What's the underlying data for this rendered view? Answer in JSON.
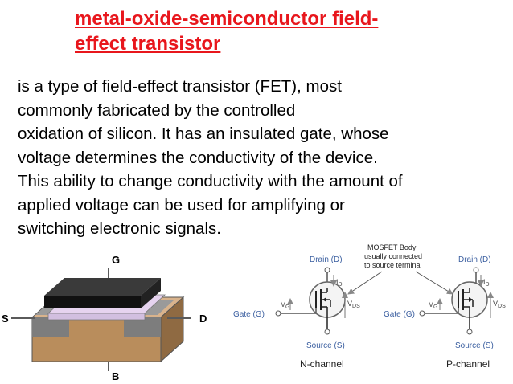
{
  "title": "metal-oxide-semiconductor field-\neffect transistor",
  "body": " is a type of field-effect transistor (FET), most\ncommonly fabricated by the controlled\noxidation of silicon. It has an insulated gate, whose\nvoltage determines the conductivity of the device.\nThis ability to change conductivity with the amount of\napplied voltage can be used for amplifying or\nswitching electronic signals.",
  "cross_section": {
    "gate": "G",
    "source": "S",
    "drain": "D",
    "body": "B"
  },
  "symbols": {
    "note_line1": "MOSFET Body",
    "note_line2": "usually connected",
    "note_line3": "to source terminal",
    "n_channel": {
      "drain": "Drain (D)",
      "gate": "Gate (G)",
      "source": "Source (S)",
      "id": "I",
      "id_sub": "D",
      "vg": "V",
      "vg_sub": "G",
      "vds": "V",
      "vds_sub": "DS",
      "caption": "N-channel"
    },
    "p_channel": {
      "drain": "Drain (D)",
      "gate": "Gate (G)",
      "source": "Source (S)",
      "id": "I",
      "id_sub": "D",
      "vg": "V",
      "vg_sub": "G",
      "vds": "V",
      "vds_sub": "DS",
      "caption": "P-channel"
    }
  }
}
